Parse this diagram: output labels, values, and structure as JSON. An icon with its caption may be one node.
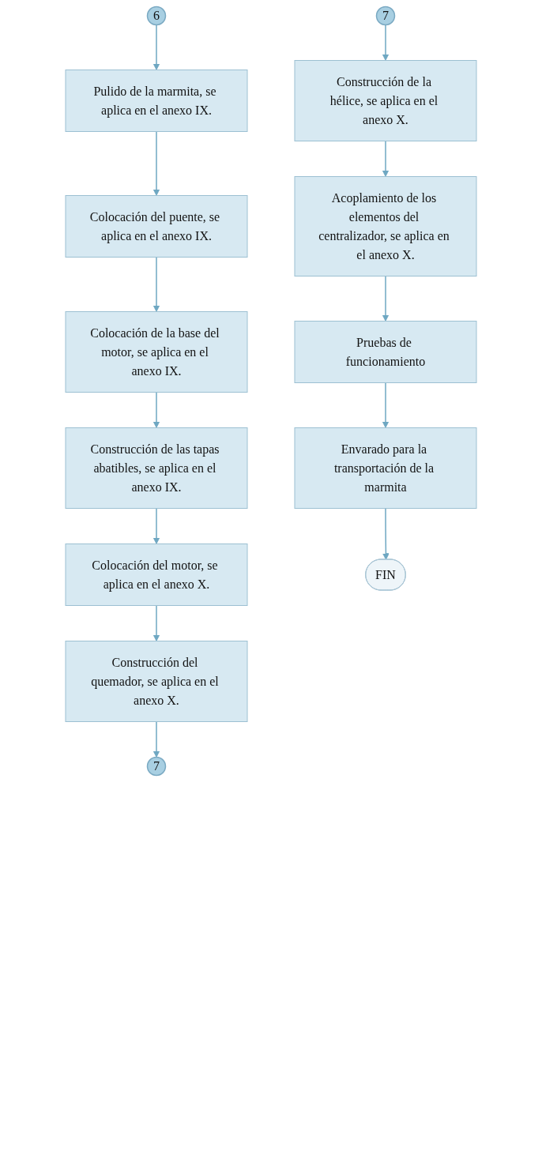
{
  "diagram": {
    "nodes": [
      {
        "text": [
          "6"
        ]
      },
      {
        "text": [
          "Pulido de la marmita, se aplica en el anexo IX."
        ]
      },
      {
        "text": [
          "Colocación del puente, se aplica en el anexo IX."
        ]
      },
      {
        "text": [
          "Colocación de la base del motor, se aplica en el anexo IX."
        ]
      },
      {
        "text": [
          "Construcción de las tapas abatibles, se aplica en el anexo IX."
        ]
      },
      {
        "text": [
          "Colocación del motor, se aplica en el anexo X."
        ]
      },
      {
        "text": [
          "Construcción del quemador, se aplica en el anexo X."
        ]
      },
      {
        "text": [
          "7"
        ]
      },
      {
        "text": [
          "7"
        ]
      },
      {
        "text": [
          "Construcción de la hélice, se aplica en el anexo X."
        ]
      },
      {
        "text": [
          "Acoplamiento de los elementos del centralizador, se aplica en el anexo X."
        ]
      },
      {
        "text": [
          "Pruebas de funcionamiento"
        ]
      },
      {
        "text": [
          "Envarado para la transportación de la marmita"
        ]
      },
      {
        "text": [
          "FIN"
        ]
      }
    ],
    "edges": [
      {
        "from": 0,
        "to": 1,
        "arrow": "to"
      },
      {
        "from": 1,
        "to": 2,
        "arrow": "to"
      },
      {
        "from": 2,
        "to": 3,
        "arrow": "to"
      },
      {
        "from": 3,
        "to": 4,
        "arrow": "to"
      },
      {
        "from": 4,
        "to": 5,
        "arrow": "to"
      },
      {
        "from": 5,
        "to": 6,
        "arrow": "to"
      },
      {
        "from": 6,
        "to": 7,
        "arrow": "to"
      },
      {
        "from": 8,
        "to": 9,
        "arrow": "to"
      },
      {
        "from": 9,
        "to": 10,
        "arrow": "to"
      },
      {
        "from": 10,
        "to": 11,
        "arrow": "to"
      },
      {
        "from": 11,
        "to": 12,
        "arrow": "to"
      },
      {
        "from": 12,
        "to": 13,
        "arrow": "to"
      }
    ]
  }
}
